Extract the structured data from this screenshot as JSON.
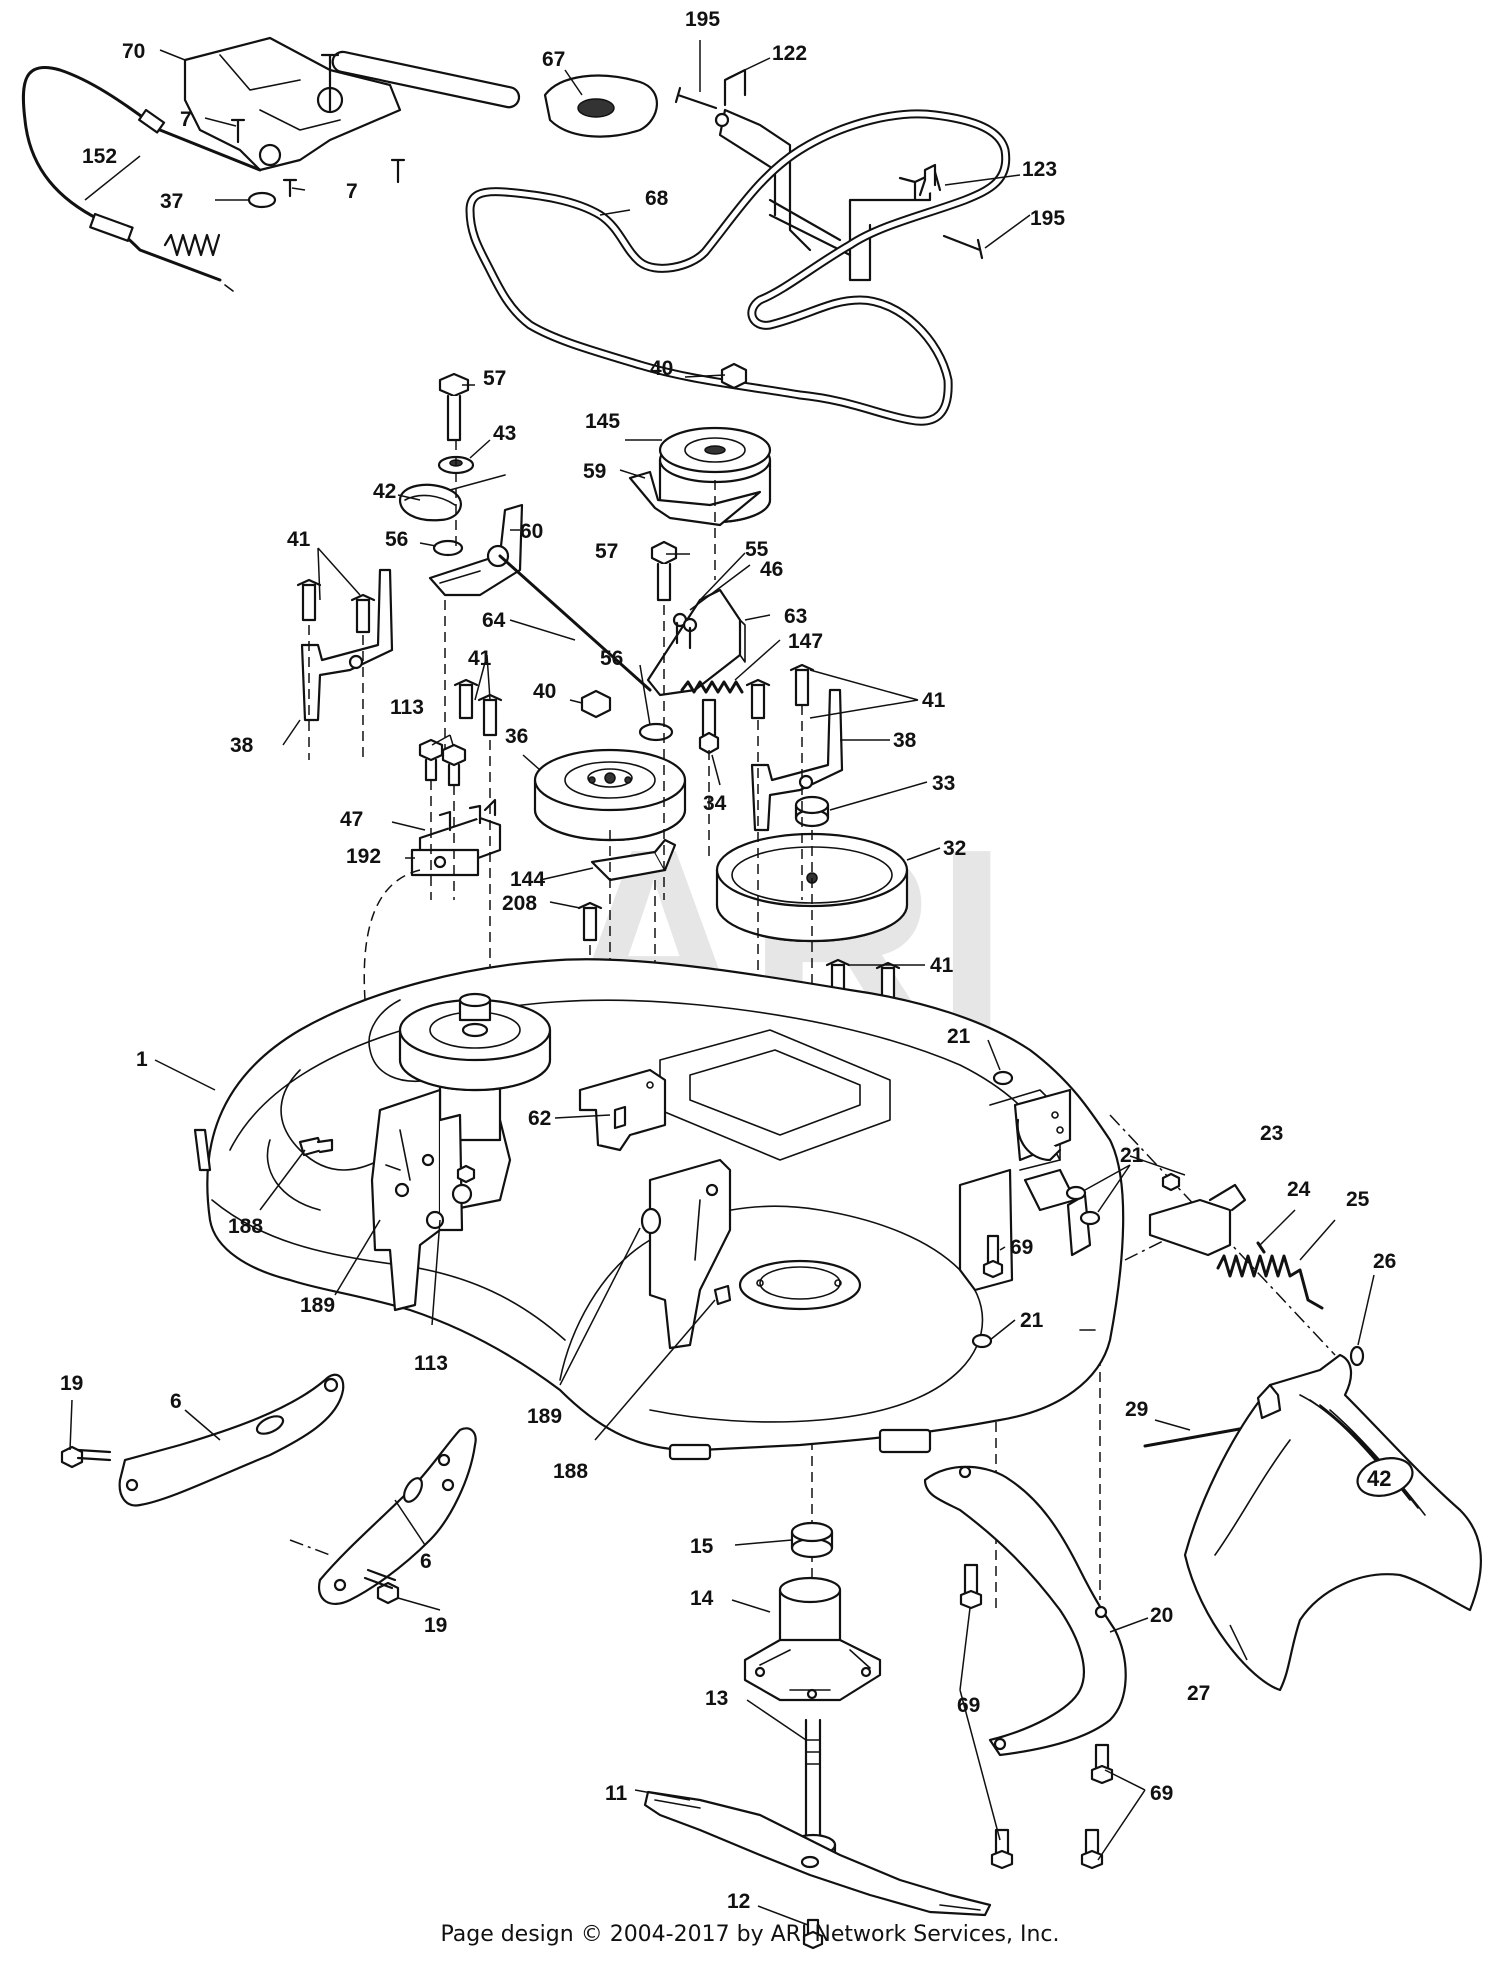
{
  "watermark": "ARI",
  "footer": "Page design © 2004-2017 by ARI Network Services, Inc.",
  "badge": "42",
  "callouts": [
    {
      "id": "c70",
      "text": "70"
    },
    {
      "id": "c7a",
      "text": "7"
    },
    {
      "id": "c152",
      "text": "152"
    },
    {
      "id": "c37",
      "text": "37"
    },
    {
      "id": "c7b",
      "text": "7"
    },
    {
      "id": "c67",
      "text": "67"
    },
    {
      "id": "c195a",
      "text": "195"
    },
    {
      "id": "c122",
      "text": "122"
    },
    {
      "id": "c68",
      "text": "68"
    },
    {
      "id": "c123",
      "text": "123"
    },
    {
      "id": "c195b",
      "text": "195"
    },
    {
      "id": "c57a",
      "text": "57"
    },
    {
      "id": "c43",
      "text": "43"
    },
    {
      "id": "c42",
      "text": "42"
    },
    {
      "id": "c56a",
      "text": "56"
    },
    {
      "id": "c60",
      "text": "60"
    },
    {
      "id": "c41a",
      "text": "41"
    },
    {
      "id": "c40a",
      "text": "40"
    },
    {
      "id": "c145",
      "text": "145"
    },
    {
      "id": "c59",
      "text": "59"
    },
    {
      "id": "c57b",
      "text": "57"
    },
    {
      "id": "c55",
      "text": "55"
    },
    {
      "id": "c46",
      "text": "46"
    },
    {
      "id": "c64",
      "text": "64"
    },
    {
      "id": "c63",
      "text": "63"
    },
    {
      "id": "c147",
      "text": "147"
    },
    {
      "id": "c41b",
      "text": "41"
    },
    {
      "id": "c56b",
      "text": "56"
    },
    {
      "id": "c40b",
      "text": "40"
    },
    {
      "id": "c41c",
      "text": "41"
    },
    {
      "id": "c113a",
      "text": "113"
    },
    {
      "id": "c38a",
      "text": "38"
    },
    {
      "id": "c36",
      "text": "36"
    },
    {
      "id": "c34",
      "text": "34"
    },
    {
      "id": "c38b",
      "text": "38"
    },
    {
      "id": "c33",
      "text": "33"
    },
    {
      "id": "c47",
      "text": "47"
    },
    {
      "id": "c192",
      "text": "192"
    },
    {
      "id": "c144",
      "text": "144"
    },
    {
      "id": "c32",
      "text": "32"
    },
    {
      "id": "c208",
      "text": "208"
    },
    {
      "id": "c41d",
      "text": "41"
    },
    {
      "id": "c1",
      "text": "1"
    },
    {
      "id": "c21a",
      "text": "21"
    },
    {
      "id": "c62",
      "text": "62"
    },
    {
      "id": "c23",
      "text": "23"
    },
    {
      "id": "c21b",
      "text": "21"
    },
    {
      "id": "c24",
      "text": "24"
    },
    {
      "id": "c25",
      "text": "25"
    },
    {
      "id": "c188a",
      "text": "188"
    },
    {
      "id": "c69a",
      "text": "69"
    },
    {
      "id": "c26",
      "text": "26"
    },
    {
      "id": "c189a",
      "text": "189"
    },
    {
      "id": "c113b",
      "text": "113"
    },
    {
      "id": "c21c",
      "text": "21"
    },
    {
      "id": "c19a",
      "text": "19"
    },
    {
      "id": "c6a",
      "text": "6"
    },
    {
      "id": "c189b",
      "text": "189"
    },
    {
      "id": "c29",
      "text": "29"
    },
    {
      "id": "c188b",
      "text": "188"
    },
    {
      "id": "c15",
      "text": "15"
    },
    {
      "id": "c6b",
      "text": "6"
    },
    {
      "id": "c14",
      "text": "14"
    },
    {
      "id": "c20",
      "text": "20"
    },
    {
      "id": "c19b",
      "text": "19"
    },
    {
      "id": "c27",
      "text": "27"
    },
    {
      "id": "c69b",
      "text": "69"
    },
    {
      "id": "c13",
      "text": "13"
    },
    {
      "id": "c69c",
      "text": "69"
    },
    {
      "id": "c11",
      "text": "11"
    },
    {
      "id": "c12",
      "text": "12"
    }
  ]
}
